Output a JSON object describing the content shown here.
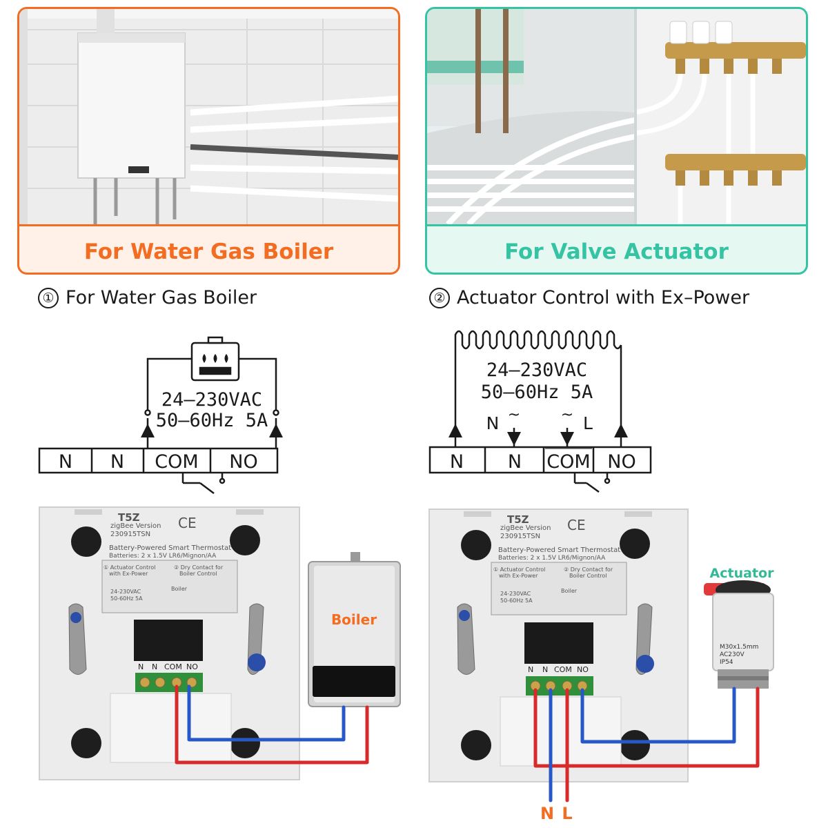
{
  "cards": [
    {
      "caption": "For Water Gas Boiler",
      "accent": "#f26d21"
    },
    {
      "caption": "For Valve Actuator",
      "accent": "#34c3a3"
    }
  ],
  "sections": [
    {
      "number": "①",
      "title": "For Water Gas Boiler",
      "voltage": "24–230VAC",
      "frequency": "50–60Hz 5A",
      "terminals": [
        "N",
        "N",
        "COM",
        "NO"
      ]
    },
    {
      "number": "②",
      "title": "Actuator Control with Ex–Power",
      "voltage": "24–230VAC",
      "frequency": "50–60Hz 5A",
      "supply_left": "N",
      "supply_right": "L",
      "ac_symbol": "~",
      "terminals": [
        "N",
        "N",
        "COM",
        "NO"
      ]
    }
  ],
  "device": {
    "model": "T5Z",
    "version": "zigBee Version",
    "serial": "230915TSN",
    "description": "Battery-Powered Smart Thermostat",
    "batteries": "Batteries: 2 x 1.5V LR6/Mignon/AA",
    "diagram_title_1": "① Actuator Control",
    "diagram_title_1b": "with Ex-Power",
    "diagram_title_2": "② Dry Contact for",
    "diagram_title_2b": "Boiler Control",
    "mini_voltage": "24-230VAC",
    "mini_freq": "50-60Hz 5A",
    "mini_boiler": "Boiler",
    "terminal_labels": [
      "N",
      "N",
      "COM",
      "NO"
    ],
    "ce_mark": "CE"
  },
  "boiler_label": "Boiler",
  "actuator": {
    "label": "Actuator",
    "spec1": "M30x1.5mm",
    "spec2": "AC230V",
    "spec3": "IP54"
  },
  "supply_labels": {
    "n": "N",
    "l": "L"
  },
  "colors": {
    "live": "#d72a2a",
    "neutral": "#2858c8",
    "orange": "#f26d21",
    "teal": "#34c3a3"
  }
}
